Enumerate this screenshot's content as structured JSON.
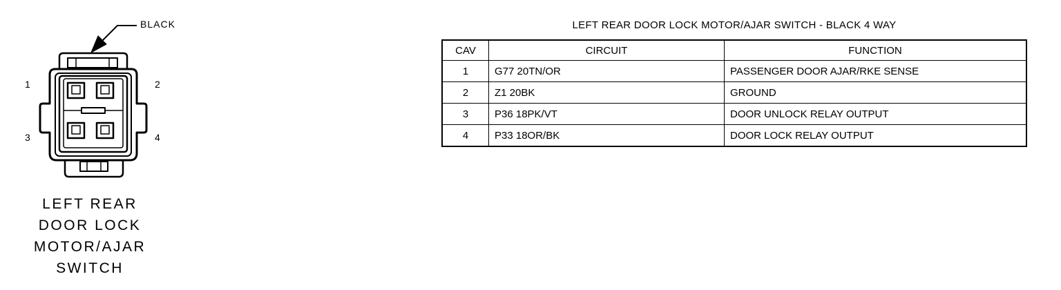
{
  "connector": {
    "color_callout": "BLACK",
    "pin_labels": [
      "1",
      "2",
      "3",
      "4"
    ],
    "caption_lines": [
      "LEFT REAR",
      "DOOR LOCK",
      "MOTOR/AJAR",
      "SWITCH"
    ]
  },
  "table": {
    "title": "LEFT REAR DOOR LOCK MOTOR/AJAR SWITCH - BLACK 4 WAY",
    "headers": [
      "CAV",
      "CIRCUIT",
      "FUNCTION"
    ],
    "rows": [
      {
        "cav": "1",
        "circuit": "G77 20TN/OR",
        "function": "PASSENGER DOOR AJAR/RKE SENSE"
      },
      {
        "cav": "2",
        "circuit": "Z1 20BK",
        "function": "GROUND"
      },
      {
        "cav": "3",
        "circuit": "P36 18PK/VT",
        "function": "DOOR UNLOCK RELAY OUTPUT"
      },
      {
        "cav": "4",
        "circuit": "P33 18OR/BK",
        "function": "DOOR LOCK RELAY OUTPUT"
      }
    ]
  }
}
